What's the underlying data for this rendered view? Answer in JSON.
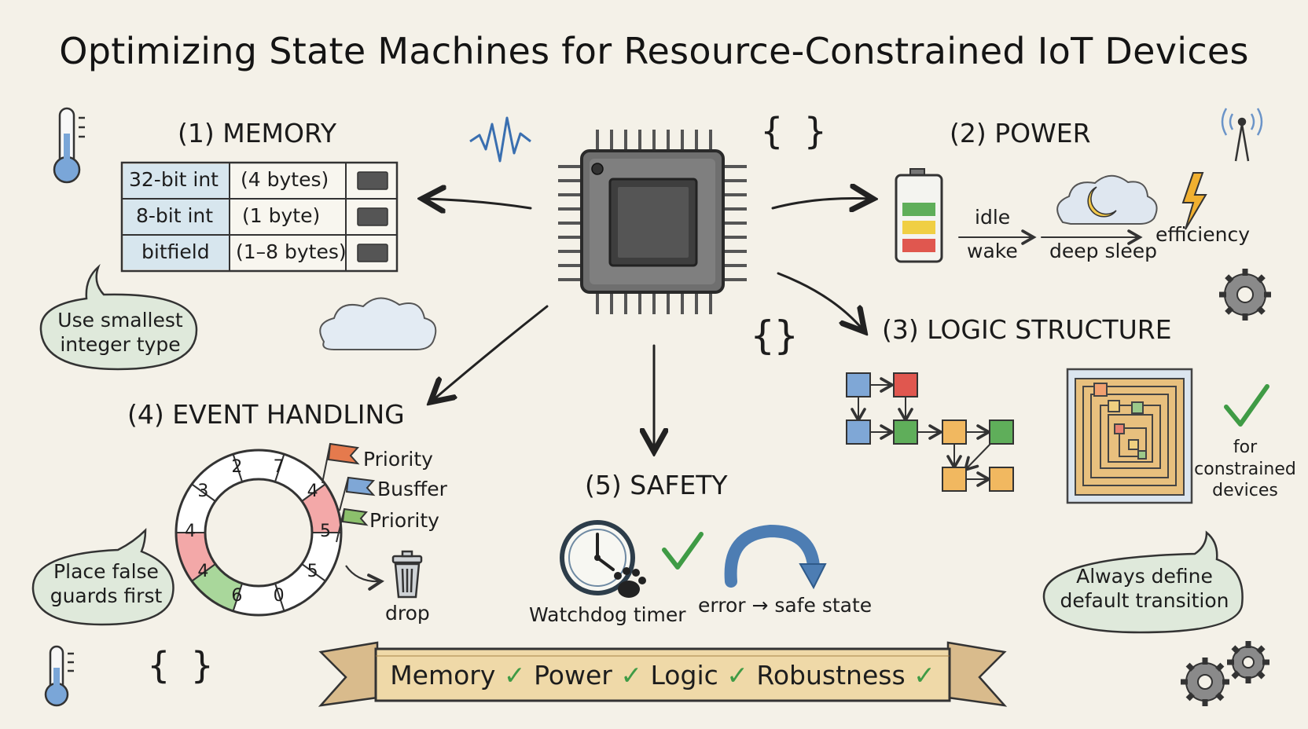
{
  "title": "Optimizing State Machines for Resource-Constrained IoT Devices",
  "colors": {
    "paper": "#f4f1e8",
    "ink": "#1d1d1d",
    "green": "#5fae5a",
    "red": "#e0574f",
    "yellow": "#f0cf44",
    "blue": "#7fa7d6",
    "orange": "#f1b860",
    "bubble": "#dfe9db"
  },
  "memory": {
    "heading": "(1) MEMORY",
    "rows": [
      {
        "type": "32-bit int",
        "size": "(4 bytes)"
      },
      {
        "type": "8-bit int",
        "size": "(1 byte)"
      },
      {
        "type": "bitfield",
        "size": "(1–8 bytes)"
      }
    ],
    "tip": [
      "Use smallest",
      "integer type"
    ]
  },
  "power": {
    "heading": "(2) POWER",
    "idle": "idle",
    "wake": "wake",
    "deep_sleep": "deep sleep",
    "efficiency": "efficiency",
    "battery_levels": [
      "green",
      "yellow",
      "red"
    ]
  },
  "logic": {
    "heading": "(3) LOGIC STRUCTURE",
    "note": [
      "for",
      "constrained",
      "devices"
    ],
    "tip": [
      "Always define",
      "default transition"
    ]
  },
  "events": {
    "heading": "(4) EVENT HANDLING",
    "ring_labels": [
      "2",
      "7",
      "4",
      "5",
      "5",
      "0",
      "6",
      "4",
      "4",
      "3"
    ],
    "flags": [
      "Priority",
      "Busffer",
      "Priority"
    ],
    "drop": "drop",
    "tip": [
      "Place false",
      "guards first"
    ]
  },
  "safety": {
    "heading": "(5) SAFETY",
    "watchdog": "Watchdog timer",
    "recovery": "error → safe state"
  },
  "banner": {
    "items": [
      "Memory",
      "Power",
      "Logic",
      "Robustness"
    ],
    "check": "✓"
  },
  "decor": {
    "braces": "{ }",
    "braces_tight": "{}"
  }
}
